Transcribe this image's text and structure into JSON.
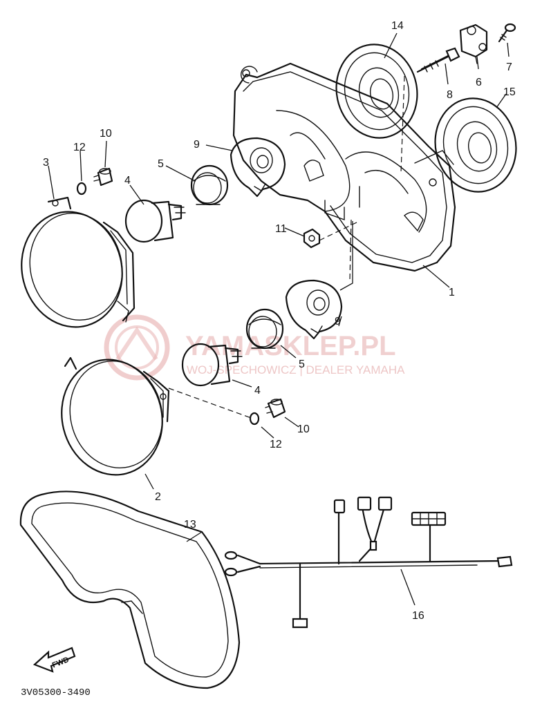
{
  "diagram": {
    "part_labels": [
      "1",
      "2",
      "3",
      "4",
      "4",
      "5",
      "5",
      "6",
      "7",
      "8",
      "9",
      "9",
      "10",
      "10",
      "11",
      "12",
      "12",
      "13",
      "14",
      "15",
      "16"
    ],
    "drawing_code": "3V05300-3490",
    "fwd_label": "FWD",
    "watermark": {
      "brand": "YAMASKLEP.PL",
      "tagline": "WOJ-SPECHOWICZ | DEALER YAMAHA",
      "logo": "yamaha-tuning-fork-logo"
    }
  }
}
